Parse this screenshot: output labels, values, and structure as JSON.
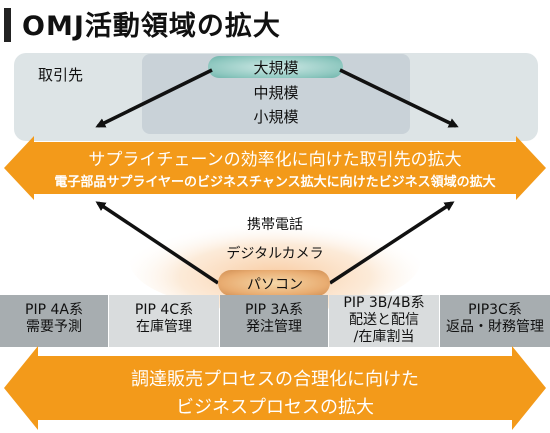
{
  "title": "OMJ活動領域の拡大",
  "partners": {
    "label": "取引先",
    "scales": [
      "大規模",
      "中規模",
      "小規模"
    ]
  },
  "upper_arrow": {
    "line1": "サプライチェーンの効率化に向けた取引先の拡大",
    "line2": "電子部品サプライヤーのビジネスチャンス拡大に向けたビジネス領域の拡大"
  },
  "products": [
    "携帯電話",
    "デジタルカメラ",
    "パソコン"
  ],
  "pip_boxes": [
    {
      "line1": "PIP 4A系",
      "line2": "需要予測",
      "line3": ""
    },
    {
      "line1": "PIP 4C系",
      "line2": "在庫管理",
      "line3": ""
    },
    {
      "line1": "PIP 3A系",
      "line2": "発注管理",
      "line3": ""
    },
    {
      "line1": "PIP 3B/4B系",
      "line2": "配送と配信",
      "line3": "/在庫割当"
    },
    {
      "line1": "PIP3C系",
      "line2": "返品・財務管理",
      "line3": ""
    }
  ],
  "lower_arrow": {
    "line1": "調達販売プロセスの合理化に向けた",
    "line2": "ビジネスプロセスの拡大"
  },
  "colors": {
    "orange": "#f39a1a",
    "pip_dark": "#a7adb0",
    "pip_light": "#d9dcdd",
    "partner_bg": "#dde4e6"
  }
}
